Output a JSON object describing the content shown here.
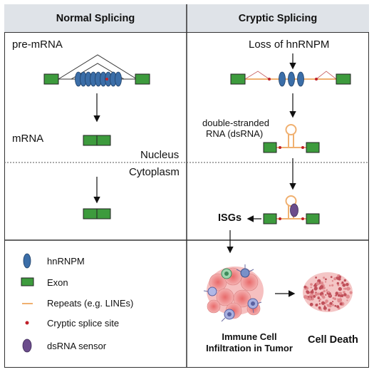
{
  "headers": {
    "left": "Normal Splicing",
    "right": "Cryptic Splicing"
  },
  "left": {
    "pre_mrna": "pre-mRNA",
    "mrna": "mRNA"
  },
  "divider": {
    "nucleus": "Nucleus",
    "cytoplasm": "Cytoplasm"
  },
  "right": {
    "loss": "Loss of hnRNPM",
    "dsrna_line1": "double-stranded",
    "dsrna_line2": "RNA (dsRNA)",
    "isgs": "ISGs",
    "immune_line1": "Immune Cell",
    "immune_line2": "Infiltration in Tumor",
    "cell_death": "Cell Death"
  },
  "legend": [
    {
      "icon": "hnrnpm-icon",
      "label": "hnRNPM"
    },
    {
      "icon": "exon-icon",
      "label": "Exon"
    },
    {
      "icon": "repeat-icon",
      "label": "Repeats (e.g. LINEs)"
    },
    {
      "icon": "splice-site-icon",
      "label": "Cryptic splice site"
    },
    {
      "icon": "dsrna-sensor-icon",
      "label": "dsRNA sensor"
    }
  ],
  "colors": {
    "exon": "#3d9b3d",
    "hnrnpm": "#3b6ea8",
    "repeat": "#f0b070",
    "splice_site": "#c0202a",
    "sensor": "#6b4c8c",
    "header_bg": "#dfe3e8"
  }
}
